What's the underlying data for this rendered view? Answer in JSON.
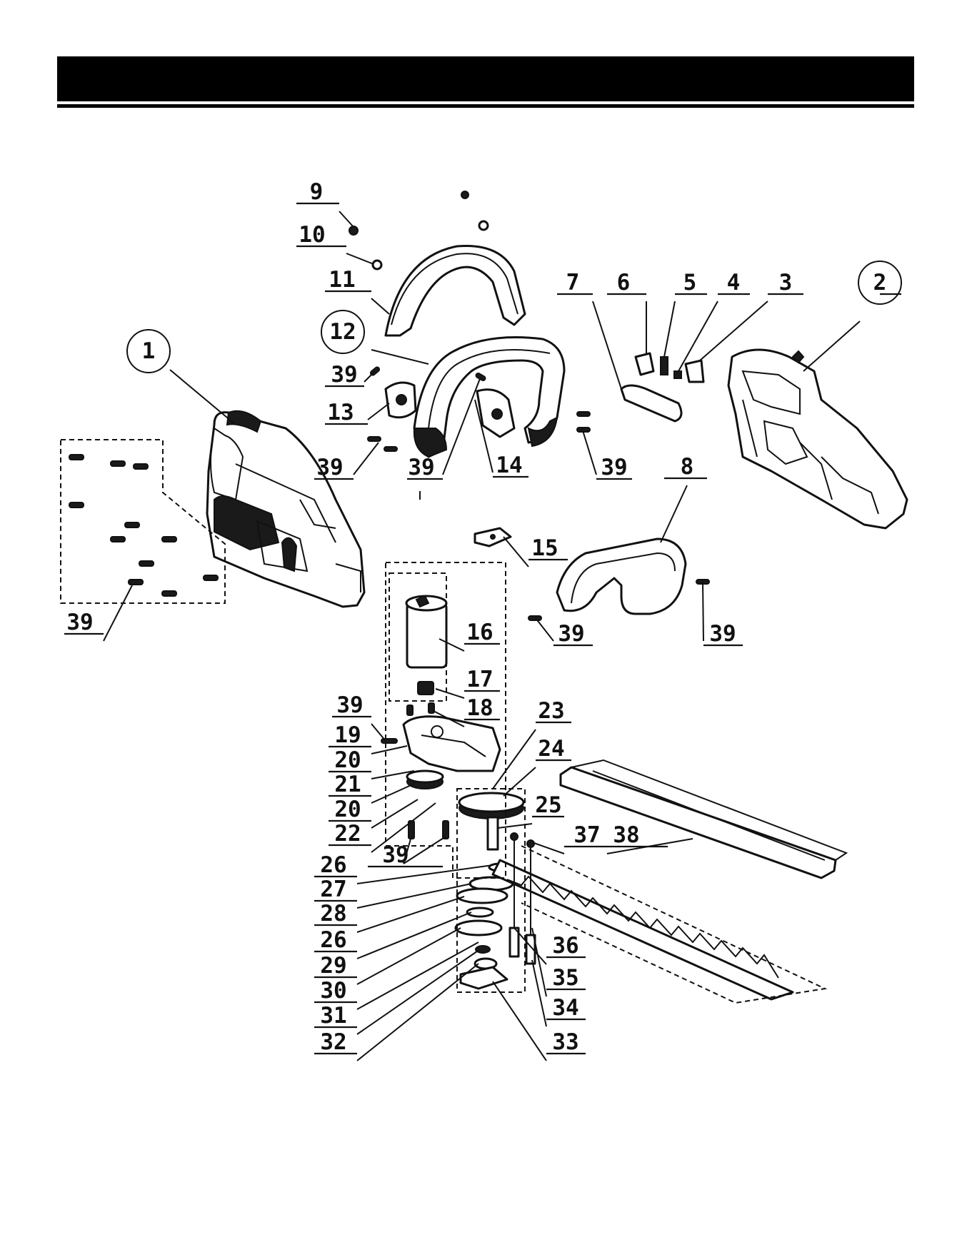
{
  "header": {
    "title": ""
  },
  "diagram": {
    "type": "exploded-parts-view",
    "callouts": [
      {
        "num": "1",
        "circled": true
      },
      {
        "num": "2",
        "circled": true
      },
      {
        "num": "3"
      },
      {
        "num": "4"
      },
      {
        "num": "5"
      },
      {
        "num": "6"
      },
      {
        "num": "7"
      },
      {
        "num": "8"
      },
      {
        "num": "9"
      },
      {
        "num": "10"
      },
      {
        "num": "11"
      },
      {
        "num": "12",
        "circled": true
      },
      {
        "num": "13"
      },
      {
        "num": "14"
      },
      {
        "num": "15"
      },
      {
        "num": "16"
      },
      {
        "num": "17"
      },
      {
        "num": "18"
      },
      {
        "num": "19"
      },
      {
        "num": "20"
      },
      {
        "num": "21"
      },
      {
        "num": "20"
      },
      {
        "num": "22"
      },
      {
        "num": "23"
      },
      {
        "num": "24"
      },
      {
        "num": "25"
      },
      {
        "num": "26"
      },
      {
        "num": "27"
      },
      {
        "num": "28"
      },
      {
        "num": "26"
      },
      {
        "num": "29"
      },
      {
        "num": "30"
      },
      {
        "num": "31"
      },
      {
        "num": "32"
      },
      {
        "num": "33"
      },
      {
        "num": "34"
      },
      {
        "num": "35"
      },
      {
        "num": "36"
      },
      {
        "num": "37"
      },
      {
        "num": "38"
      },
      {
        "num": "39"
      },
      {
        "num": "39"
      },
      {
        "num": "39"
      },
      {
        "num": "39"
      },
      {
        "num": "39"
      },
      {
        "num": "39"
      },
      {
        "num": "39"
      },
      {
        "num": "39"
      },
      {
        "num": "39"
      }
    ]
  }
}
